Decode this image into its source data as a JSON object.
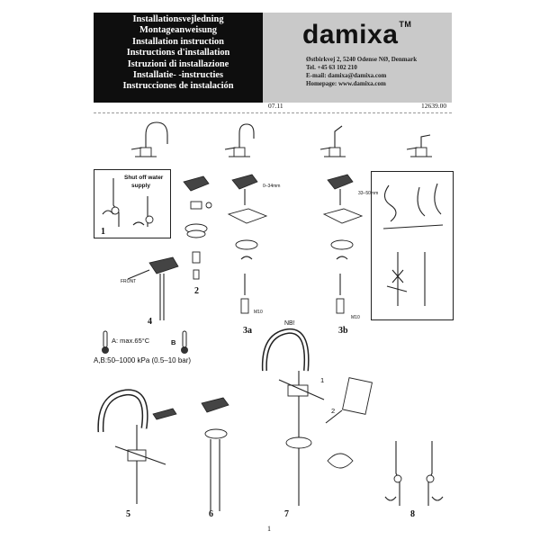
{
  "header": {
    "titles": [
      "Installationsvejledning",
      "Montageanweisung",
      "Installation instruction",
      "Instructions d'installation",
      "Istruzioni di installazione",
      "Installatie- -instructies",
      "Instrucciones de instalación"
    ],
    "brand": "damixa",
    "brand_tm": "TM",
    "contact": [
      "Østbirkvej 2, 5240 Odense NØ, Denmark",
      "Tel. +45 63 102 210",
      "E-mail: damixa@damixa.com",
      "Homepage: www.damixa.com"
    ]
  },
  "ref": {
    "date": "07.11",
    "code": "12639.00"
  },
  "steps": {
    "s1": "1",
    "s2": "2",
    "s3a": "3a",
    "s3b": "3b",
    "s4": "4",
    "s5": "5",
    "s6": "6",
    "s7": "7",
    "s8": "8"
  },
  "labels": {
    "shut_off": "Shut off water",
    "supply": "supply",
    "front": "FRONT",
    "temp": "A:  max.65°C",
    "temp_b": "B",
    "pressure": "A,B:50–1000  kPa  (0.5–10  bar)",
    "nb": "NB!",
    "step7_1": "1",
    "step7_2": "2",
    "dim_3a": "0–34mm",
    "dim_3b": "33–50mm",
    "m10_a": "M10",
    "m10_b": "M10"
  },
  "page_number": "1"
}
